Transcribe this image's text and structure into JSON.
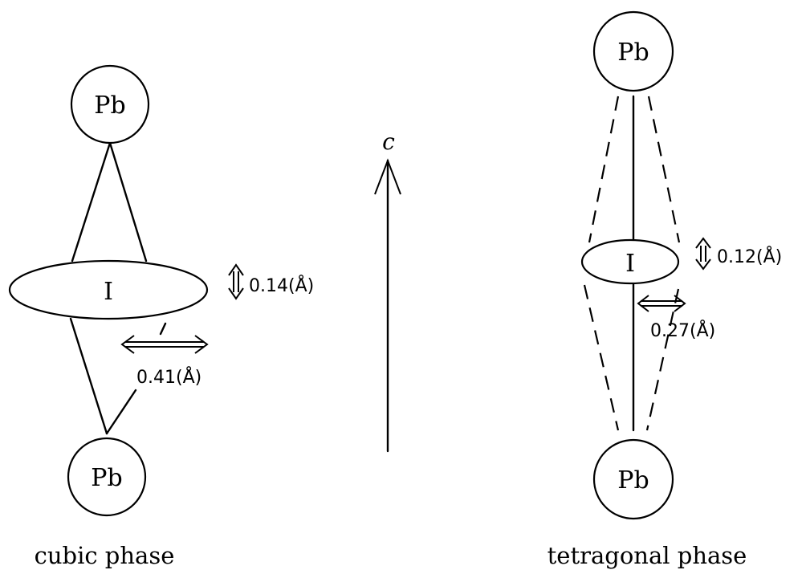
{
  "cubic": {
    "atom_top": "Pb",
    "atom_center": "I",
    "atom_bottom": "Pb",
    "vertical_amplitude": "0.14(Å)",
    "lateral_amplitude": "0.41(Å)",
    "caption": "cubic phase"
  },
  "axis": {
    "label": "c"
  },
  "tetragonal": {
    "atom_top": "Pb",
    "atom_center": "I",
    "atom_bottom": "Pb",
    "vertical_amplitude": "0.12(Å)",
    "lateral_amplitude": "0.27(Å)",
    "caption": "tetragonal phase"
  }
}
